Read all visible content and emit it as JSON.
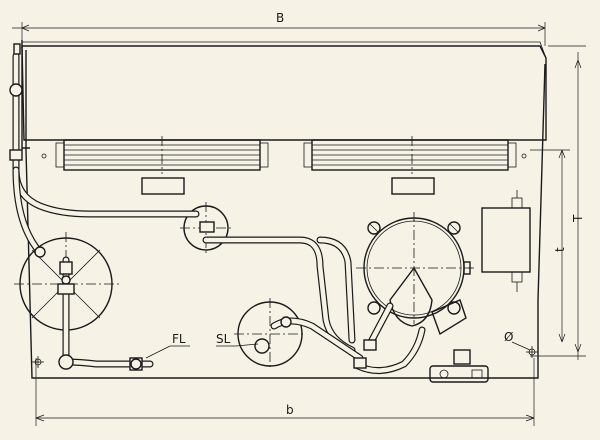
{
  "labels": {
    "B": "B",
    "b": "b",
    "T": "T",
    "t": "t",
    "phi": "Ø",
    "FL": "FL",
    "SL": "SL"
  },
  "colors": {
    "paper": "#f6f2e6",
    "ink": "#1a1a1a"
  }
}
